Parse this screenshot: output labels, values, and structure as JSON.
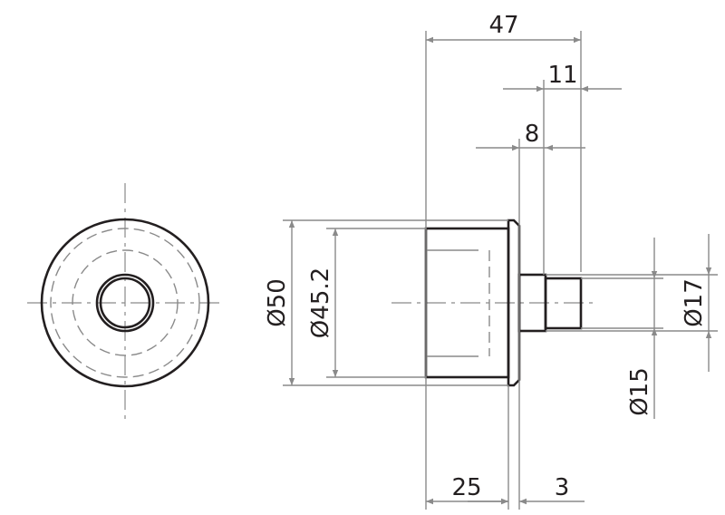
{
  "drawing": {
    "dimensions": {
      "overall_length": "47",
      "shaft_length": "11",
      "step_length": "8",
      "outer_diameter": "Ø50",
      "body_diameter": "Ø45.2",
      "shaft_diameter": "Ø17",
      "tip_diameter": "Ø15",
      "body_length": "25",
      "flange_thickness": "3"
    },
    "colors": {
      "object_line": "#231f20",
      "dimension_line": "#8a8a8a"
    }
  }
}
